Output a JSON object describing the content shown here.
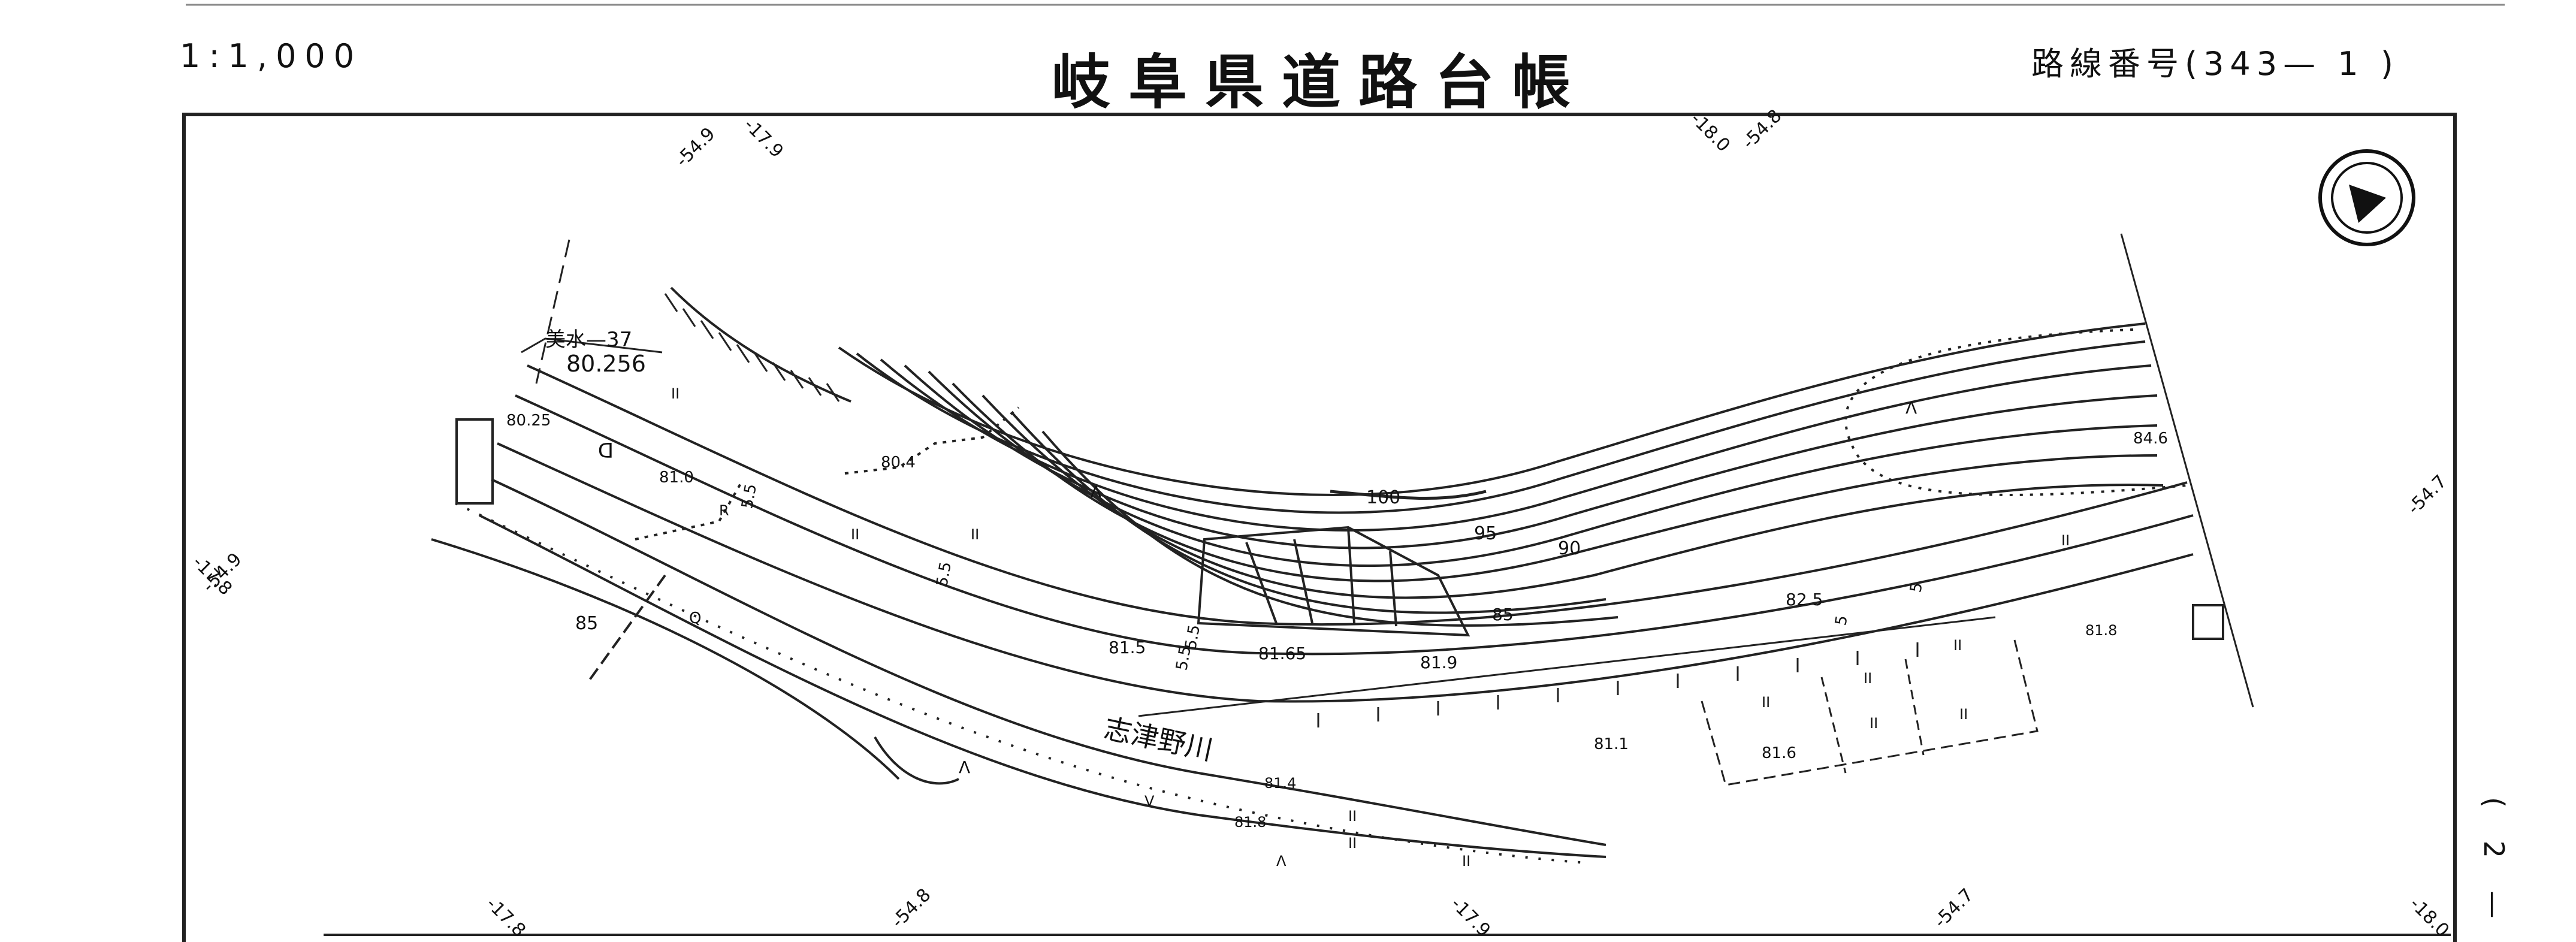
{
  "header": {
    "scale": "1:1,000",
    "title": "岐阜県道路台帳",
    "route_number": "路線番号(343— 1 )"
  },
  "page_number": "( 2 —",
  "map": {
    "benchmark_name": "美水—37",
    "benchmark_elevation": "80.256",
    "river_name": "志津野川",
    "contour_labels": [
      "100",
      "95",
      "90",
      "85",
      "85"
    ],
    "spot_elevations": [
      "80.25",
      "81.0",
      "80.4",
      "81.5",
      "81.65",
      "81.9",
      "82.5",
      "81.1",
      "81.6",
      "81.4",
      "81.8",
      "84.6",
      "81.8"
    ],
    "grid_labels_top": [
      "-54.9",
      "-17.9",
      "-18.0",
      "-54.8"
    ],
    "grid_labels_bottom": [
      "-17.8",
      "-54.8",
      "-17.9",
      "-54.7",
      "-18.0"
    ],
    "grid_labels_left": [
      "-17.8",
      "-54.9"
    ],
    "grid_labels_right": [
      "-54.7"
    ],
    "road_width_marks": [
      "5.5",
      "5.5",
      "5.5",
      "5.5",
      "5",
      "5"
    ],
    "landuse_marks": [
      "D",
      "R",
      "Q",
      "Λ",
      "Λ",
      "Λ",
      "Λ",
      "V",
      "II",
      "II",
      "II",
      "II",
      "II",
      "II",
      "II",
      "II",
      "II",
      "II",
      "II",
      "II"
    ],
    "north_arrow": "north-arrow-icon"
  }
}
